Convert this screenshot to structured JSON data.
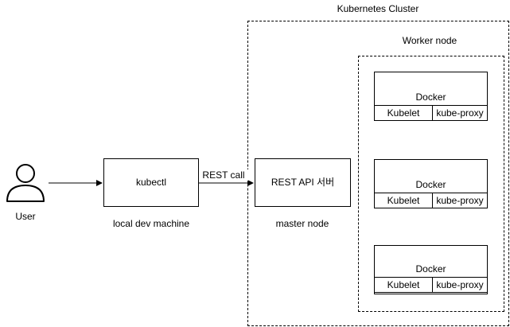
{
  "cluster": {
    "title": "Kubernetes Cluster"
  },
  "worker": {
    "title": "Worker node",
    "nodes": [
      {
        "runtime": "Docker",
        "agent": "Kubelet",
        "proxy": "kube-proxy"
      },
      {
        "runtime": "Docker",
        "agent": "Kubelet",
        "proxy": "kube-proxy"
      },
      {
        "runtime": "Docker",
        "agent": "Kubelet",
        "proxy": "kube-proxy"
      }
    ]
  },
  "user": {
    "label": "User"
  },
  "kubectl": {
    "label": "kubectl",
    "caption": "local dev machine"
  },
  "edge": {
    "label": "REST call"
  },
  "master": {
    "label": "REST API 서버",
    "caption": "master node"
  }
}
